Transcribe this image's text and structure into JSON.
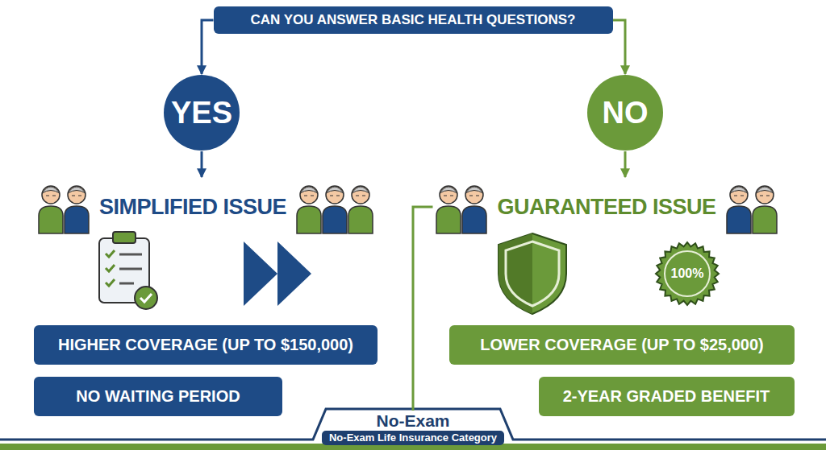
{
  "diagram": {
    "nodes": [
      {
        "text": [
          "CAN YOU ANSWER BASIC HEALTH QUESTIONS?"
        ]
      },
      {
        "text": [
          "YES"
        ]
      },
      {
        "text": [
          "NO"
        ]
      },
      {
        "text": [
          "SIMPLIFIED ISSUE"
        ]
      },
      {
        "text": [
          "GUARANTEED ISSUE"
        ]
      },
      {
        "text": [
          "HIGHER COVERAGE (UP TO $150,000)"
        ]
      },
      {
        "text": [
          "NO WAITING PERIOD"
        ]
      },
      {
        "text": [
          "LOWER COVERAGE (UP TO $25,000)"
        ]
      },
      {
        "text": [
          "2-YEAR GRADED BENEFIT"
        ]
      },
      {
        "text": [
          "No-Exam"
        ]
      },
      {
        "text": [
          "No-Exam Life Insurance Category"
        ],
        "in": 9
      }
    ],
    "edges": [
      {
        "from": 0,
        "to": 1,
        "arrow": "to"
      },
      {
        "from": 0,
        "to": 2,
        "arrow": "to"
      },
      {
        "from": 1,
        "to": 3,
        "arrow": "to"
      },
      {
        "from": 2,
        "to": 4,
        "arrow": "to"
      },
      {
        "from": 9,
        "to": 4,
        "arrow": "none"
      }
    ],
    "labels": [
      "100%"
    ]
  }
}
